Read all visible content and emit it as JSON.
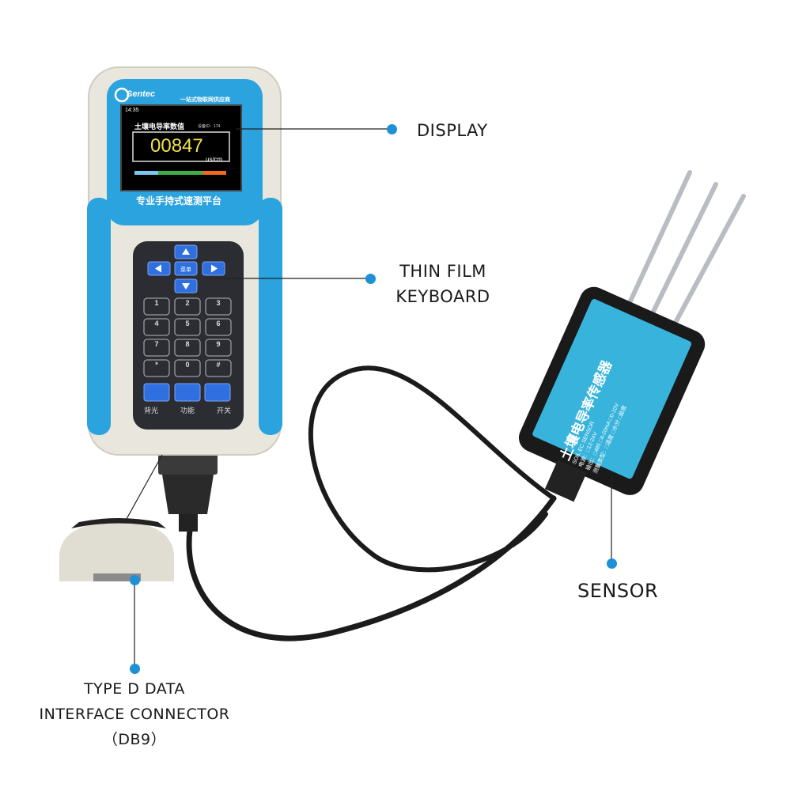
{
  "colors": {
    "accent": "#1e90d6",
    "device_blue": "#2aa3de",
    "device_body": "#e8e6dd",
    "keypad": "#2b2d33",
    "key_blue": "#2f6fe0",
    "value_yellow": "#f2e24a"
  },
  "device": {
    "brand": "Sentec",
    "slogan": "一站式物联网供应商",
    "platform": "专业手持式速测平台",
    "screen": {
      "time": "14:35",
      "title": "土壤电导率数值",
      "device_id": "设备ID：174",
      "value": "00847",
      "unit": "us/cm"
    },
    "nav_center": "菜单",
    "keys": [
      "1",
      "2",
      "3",
      "4",
      "5",
      "6",
      "7",
      "8",
      "9",
      "*",
      "0",
      "#"
    ],
    "func_keys": [
      "背光",
      "功能",
      "开关"
    ]
  },
  "sensor": {
    "title": "土壤电导率传感器",
    "subtitle": "SOIL EC SENSOR",
    "line1": "电源：□12-24V",
    "line2": "输出：□485 □4-20mA □0-10V",
    "line3": "测量类型：□温度 □水分 □盐度"
  },
  "callouts": {
    "display": "DISPLAY",
    "keyboard_line1": "THIN FILM",
    "keyboard_line2": "KEYBOARD",
    "sensor": "SENSOR",
    "connector_line1": "TYPE D DATA",
    "connector_line2": "INTERFACE CONNECTOR",
    "connector_line3": "（DB9）"
  }
}
